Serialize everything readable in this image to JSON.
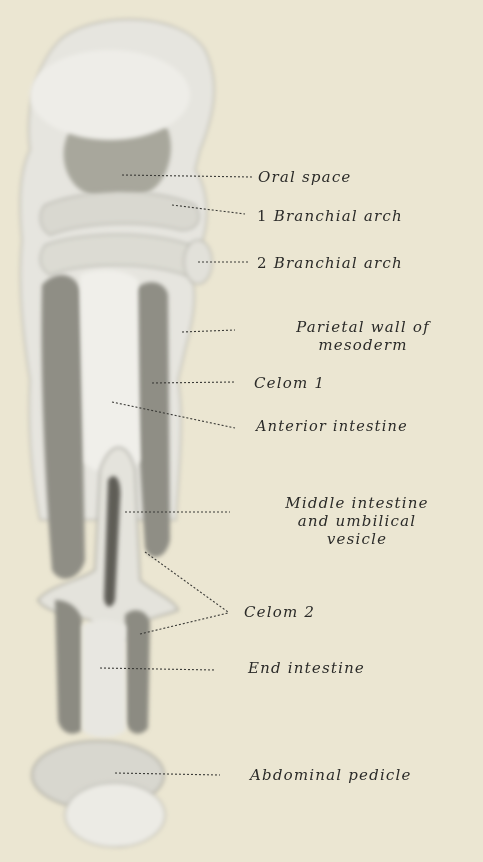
{
  "labels": {
    "oral_space": "Oral space",
    "branchial_arch_1_num": "1",
    "branchial_arch_1": "Branchial arch",
    "branchial_arch_2_num": "2",
    "branchial_arch_2": "Branchial arch",
    "parietal_wall_line1": "Parietal wall of",
    "parietal_wall_line2": "mesoderm",
    "celom_1": "Celom 1",
    "anterior_intestine": "Anterior intestine",
    "middle_intestine_line1": "Middle intestine",
    "middle_intestine_line2": "and umbilical",
    "middle_intestine_line3": "vesicle",
    "celom_2": "Celom 2",
    "end_intestine": "End intestine",
    "abdominal_pedicle": "Abdominal pedicle"
  },
  "colors": {
    "background": "#ebe6d2",
    "tissue_light": "#ecebe6",
    "tissue_mid": "#d2d1c8",
    "tissue_dark": "#8d8c83",
    "leader_line": "#3a3a36"
  }
}
